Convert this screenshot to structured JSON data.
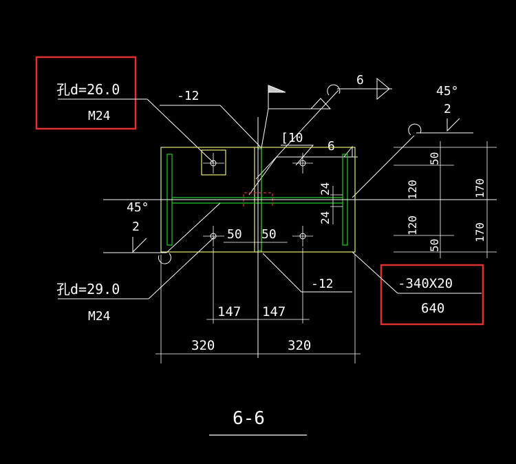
{
  "colors": {
    "background": "#000000",
    "line": "#ffffff",
    "plate": "#e8e87a",
    "stiffener": "#22cc22",
    "highlight_box": "#e03030",
    "hidden_part": "#e03030"
  },
  "labels": {
    "hole_top_diameter": "孔d=26.0",
    "hole_top_bolt": "M24",
    "hole_bottom_diameter": "孔d=29.0",
    "hole_bottom_bolt": "M24",
    "plate_thickness_top": "-12",
    "plate_thickness_bottom": "-12",
    "channel": "[10",
    "weld_size_top_right": "6",
    "weld_size_mid": "6",
    "angle_top_right": "45°",
    "angle_top_right_count": "2",
    "angle_left": "45°",
    "angle_left_count": "2",
    "gap_24_upper": "24",
    "gap_24_lower": "24",
    "plate_spec": "-340X20",
    "plate_length": "640",
    "section_title": "6-6"
  },
  "dimensions": {
    "bottom_inner_left": "147",
    "bottom_inner_right": "147",
    "bottom_outer_left": "320",
    "bottom_outer_right": "320",
    "mid_left": "50",
    "mid_right": "50",
    "right_inner": [
      "50",
      "120",
      "120",
      "50"
    ],
    "right_outer": [
      "170",
      "170"
    ]
  }
}
